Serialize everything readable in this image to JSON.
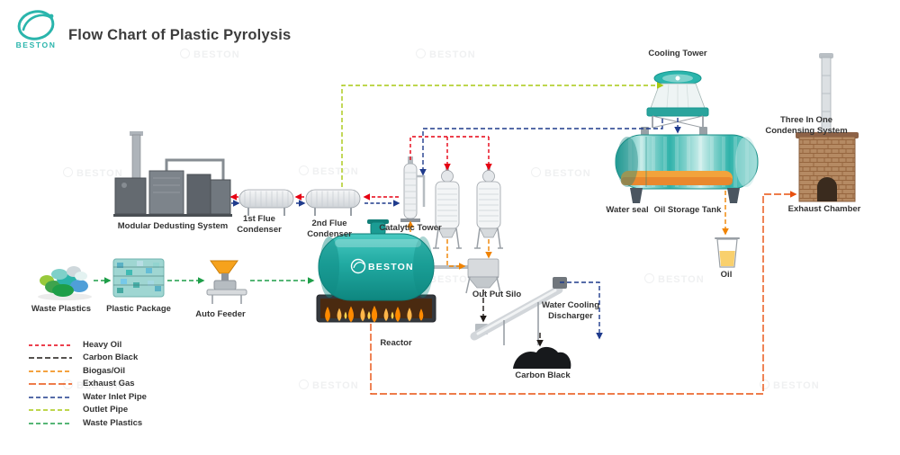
{
  "header": {
    "title": "Flow Chart of Plastic Pyrolysis"
  },
  "brand": "BESTON",
  "labels": {
    "cooling_tower": "Cooling Tower",
    "three_in_one_1": "Three In One",
    "three_in_one_2": "Condensing System",
    "water_seal": "Water seal",
    "oil_storage_tank": "Oil Storage Tank",
    "exhaust_chamber": "Exhaust Chamber",
    "oil": "Oil",
    "modular_dedusting": "Modular Dedusting System",
    "flue1_1": "1st Flue",
    "flue1_2": "Condenser",
    "flue2_1": "2nd Flue",
    "flue2_2": "Condenser",
    "catalytic_tower": "Catalytic Tower",
    "waste_plastics": "Waste Plastics",
    "plastic_package": "Plastic Package",
    "auto_feeder": "Auto Feeder",
    "reactor": "Reactor",
    "out_put_silo": "Out Put Silo",
    "water_cooling_1": "Water Cooling",
    "water_cooling_2": "Discharger",
    "carbon_black": "Carbon Black"
  },
  "legend": {
    "items": [
      {
        "label": "Heavy Oil",
        "color": "#e60012",
        "dash": "4 3"
      },
      {
        "label": "Carbon Black",
        "color": "#1f1a17",
        "dash": "6 3"
      },
      {
        "label": "Biogas/Oil",
        "color": "#f08300",
        "dash": "5 3"
      },
      {
        "label": "Exhaust Gas",
        "color": "#e8500f",
        "dash": "8 3"
      },
      {
        "label": "Water Inlet Pipe",
        "color": "#1f3b8c",
        "dash": "5 3"
      },
      {
        "label": "Outlet Pipe",
        "color": "#a8c813",
        "dash": "5 3"
      },
      {
        "label": "Waste Plastics",
        "color": "#1e9e48",
        "dash": "5 3"
      }
    ]
  },
  "colors": {
    "brand_teal": "#2ab5ac",
    "reactor_teal": "#1ba69e",
    "flame_orange": "#ff8a00",
    "oil_yellow": "#f6b71f"
  }
}
